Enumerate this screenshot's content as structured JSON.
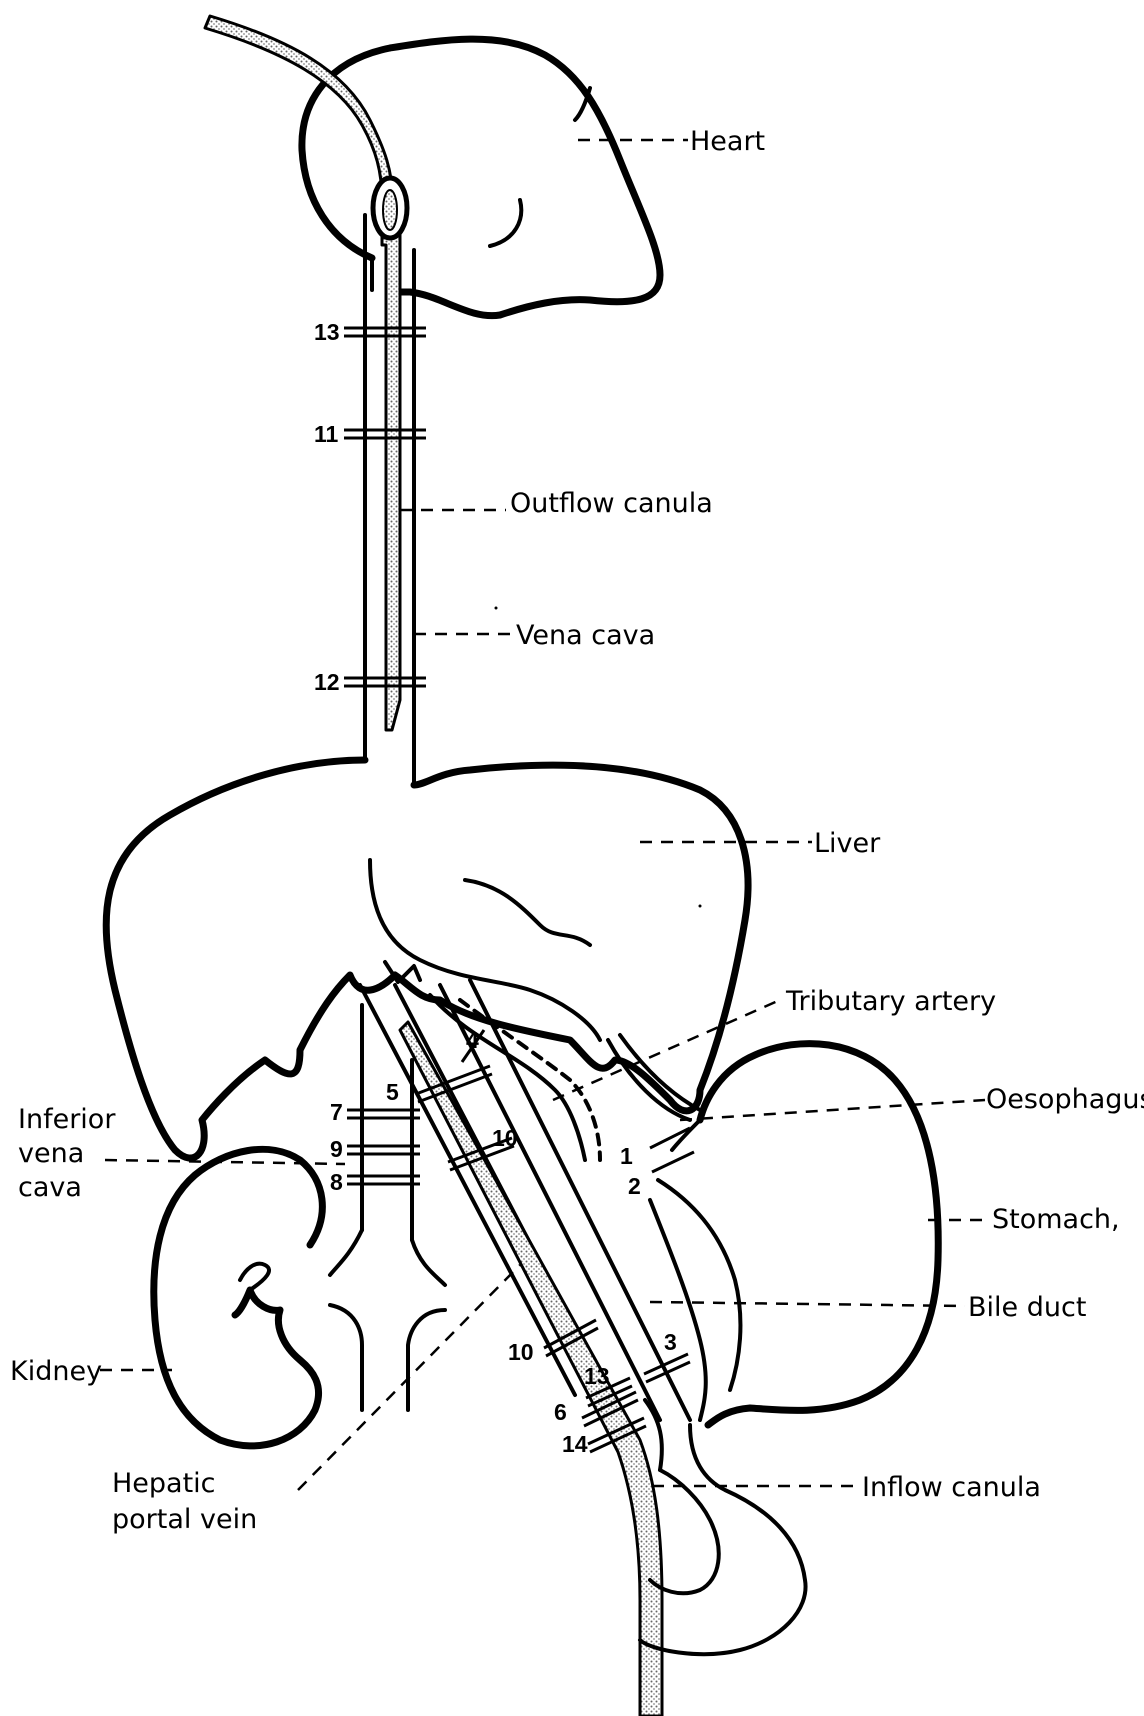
{
  "labels": {
    "heart": "Heart",
    "outflow_canula": "Outflow canula",
    "vena_cava": "Vena cava",
    "liver": "Liver",
    "tributary_artery": "Tributary artery",
    "oesophagus": "Oesophagus",
    "inferior": "Inferior",
    "vena": "vena",
    "cava": "cava",
    "stomach": "Stomach,",
    "bile_duct": "Bile duct",
    "kidney": "Kidney",
    "hepatic": "Hepatic",
    "portal_vein": "portal vein",
    "inflow_canula": "Inflow canula"
  },
  "ligatures": {
    "l13_top": "13",
    "l11": "11",
    "l12": "12",
    "l4": "4",
    "l5": "5",
    "l10_upper": "10",
    "l7": "7",
    "l9": "9",
    "l8": "8",
    "l1": "1",
    "l2": "2",
    "l3": "3",
    "l10_lower": "10",
    "l13_lower": "13",
    "l6": "6",
    "l14": "14"
  }
}
